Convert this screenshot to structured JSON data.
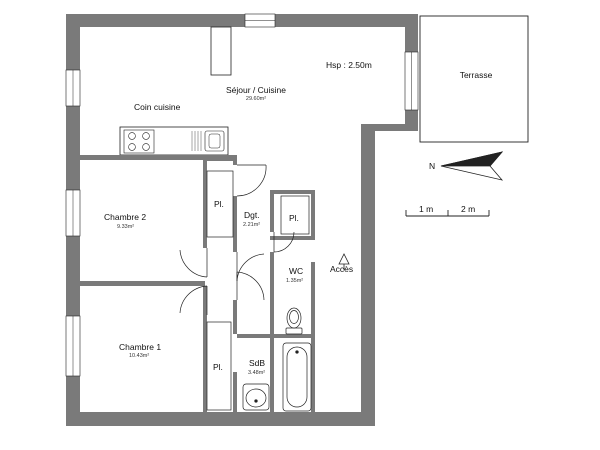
{
  "plan": {
    "ceiling_height": "Hsp : 2.50m",
    "rooms": {
      "sejour": {
        "name": "Séjour / Cuisine",
        "area": "29.60m²"
      },
      "coin_cuisine": {
        "name": "Coin cuisine"
      },
      "terrasse": {
        "name": "Terrasse"
      },
      "chambre2": {
        "name": "Chambre 2",
        "area": "9.33m²"
      },
      "chambre1": {
        "name": "Chambre 1",
        "area": "10.43m²"
      },
      "dgt": {
        "name": "Dgt.",
        "area": "2.21m²"
      },
      "wc": {
        "name": "WC",
        "area": "1.35m²"
      },
      "sdb": {
        "name": "SdB",
        "area": "3.48m²"
      }
    },
    "placards": [
      "Pl.",
      "Pl.",
      "Pl."
    ],
    "entrance": "Accès",
    "north": "N",
    "scale": {
      "tick1": "1 m",
      "tick2": "2 m"
    }
  },
  "colors": {
    "wall": "#7a7a7a",
    "line": "#222222"
  }
}
